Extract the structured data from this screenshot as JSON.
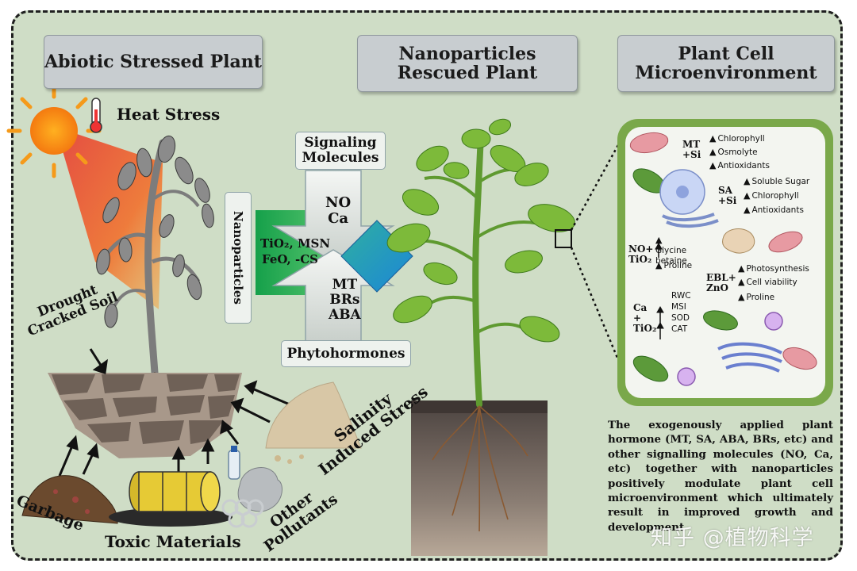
{
  "headers": {
    "left": "Abiotic Stressed Plant",
    "middle": "Nanoparticles\nRescued Plant",
    "right": "Plant Cell\nMicroenvironment"
  },
  "stress_labels": {
    "heat": "Heat Stress",
    "drought": "Drought\nCracked Soil",
    "salinity": "Salinity\nInduced Stress",
    "garbage": "Garbage",
    "toxic": "Toxic Materials",
    "pollutants": "Other\nPollutants"
  },
  "signal_hub": {
    "signaling_molecules": "Signaling\nMolecules",
    "nanoparticles": "Nanoparticles",
    "phytohormones": "Phytohormones",
    "no_ca": "NO\nCa",
    "mt_brs_aba": "MT\nBRs\nABA",
    "np_line1": "TiO₂, MSN",
    "np_line2": "FeO,  -CS"
  },
  "cell_effects": [
    {
      "key": "MT\n+Si",
      "items": [
        "Chlorophyll",
        "Osmolyte",
        "Antioxidants"
      ]
    },
    {
      "key": "SA\n+Si",
      "items": [
        "Soluble Sugar",
        "Chlorophyll",
        "Antioxidants"
      ]
    },
    {
      "key": "NO+\nTiO₂",
      "items": [
        "Glycine\nbetaine",
        "Proline"
      ]
    },
    {
      "key": "EBL+\nZnO",
      "items": [
        "Photosynthesis",
        "Cell viability",
        "Proline"
      ]
    },
    {
      "key": "Ca +\nTiO₂",
      "items": [
        "RWC",
        "MSI",
        "SOD",
        "CAT"
      ]
    }
  ],
  "description": "The exogenously applied plant hormone (MT, SA, ABA, BRs, etc) and other signalling molecules (NO, Ca, etc) together with nanoparticles positively modulate plant cell microenvironment which ultimately result in improved growth and development",
  "watermark": "知乎 @植物科学",
  "colors": {
    "background": "#cfddc6",
    "header_fill": "#c8cdd0",
    "arrow_green": "#2faf5c",
    "diamond_blue": "#1f8fd6",
    "cell_wall": "#7aa84a"
  }
}
